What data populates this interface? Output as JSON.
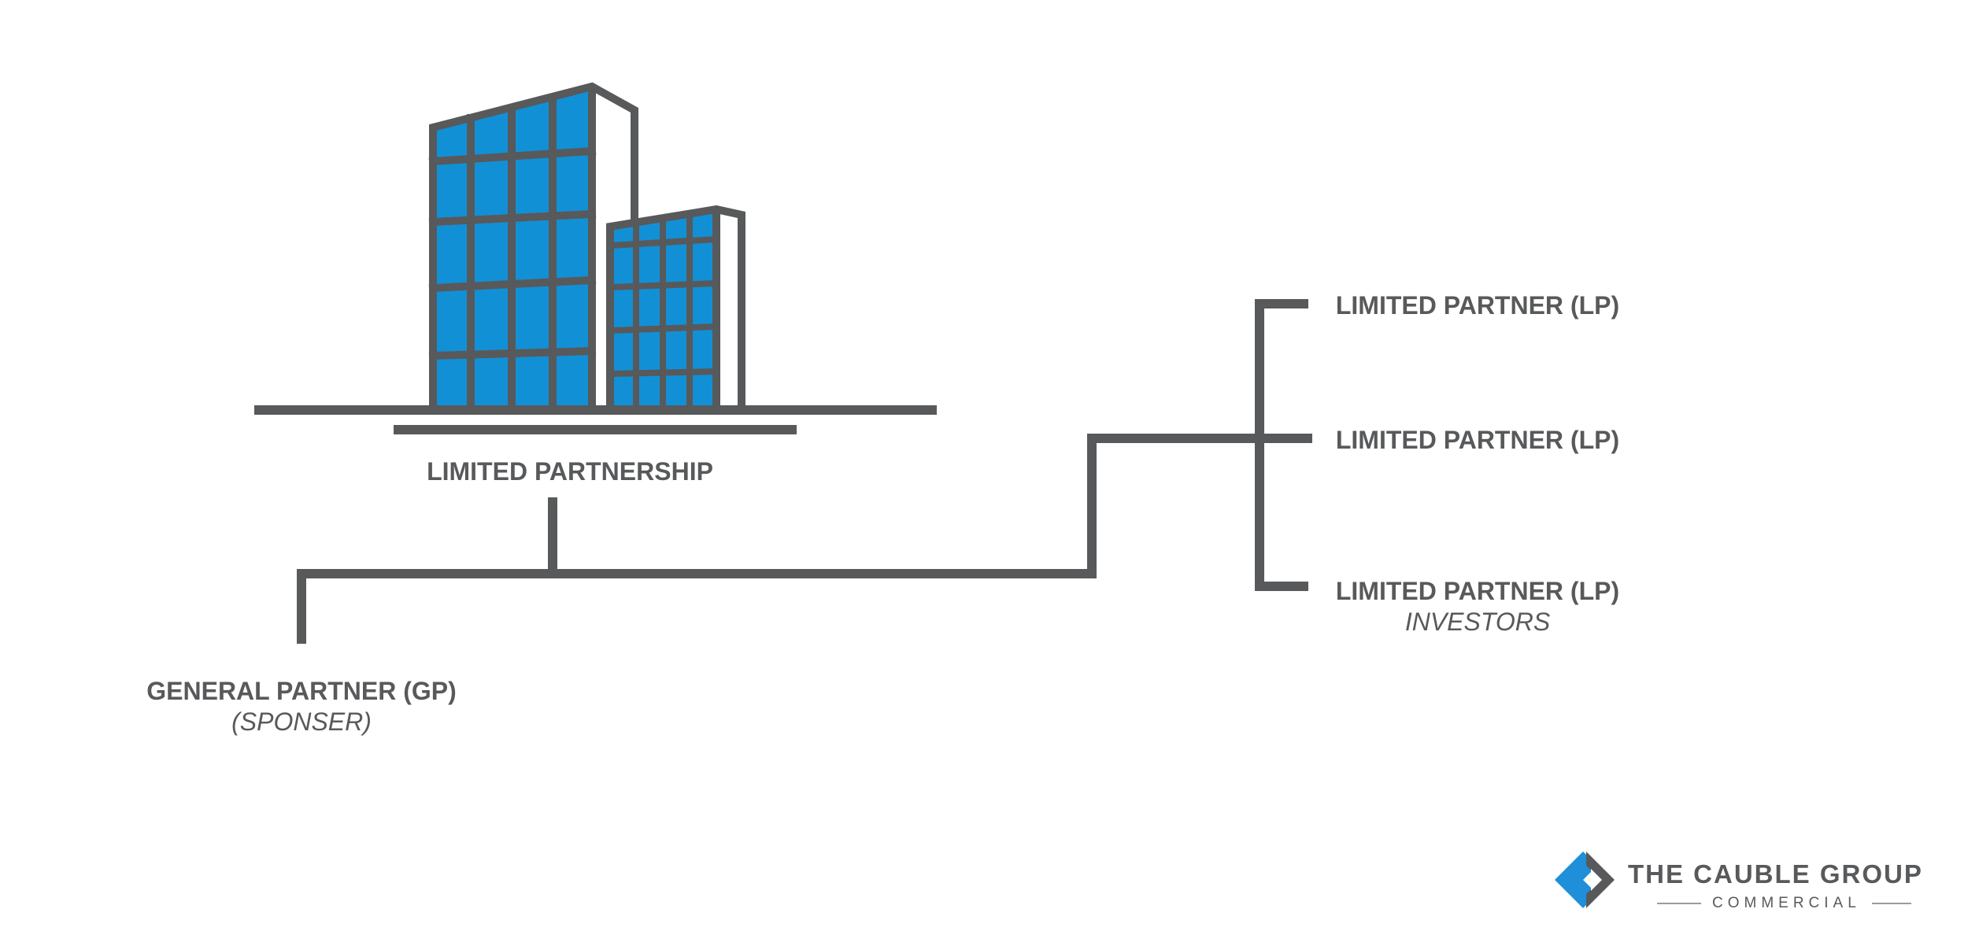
{
  "diagram": {
    "entity": {
      "label": "LIMITED PARTNERSHIP",
      "icon": "office-buildings-icon"
    },
    "general_partner": {
      "label": "GENERAL PARTNER (GP)",
      "sublabel": "(SPONSER)"
    },
    "limited_partners": [
      {
        "label": "LIMITED PARTNER (LP)"
      },
      {
        "label": "LIMITED PARTNER (LP)"
      },
      {
        "label": "LIMITED PARTNER (LP)",
        "sublabel": "INVESTORS"
      }
    ]
  },
  "logo": {
    "name": "THE CAUBLE GROUP",
    "subtitle": "COMMERCIAL",
    "icon": "cauble-group-logo-icon"
  },
  "colors": {
    "line": "#58595b",
    "glass": "#1290d6",
    "logo_blue": "#1e8fd8"
  }
}
